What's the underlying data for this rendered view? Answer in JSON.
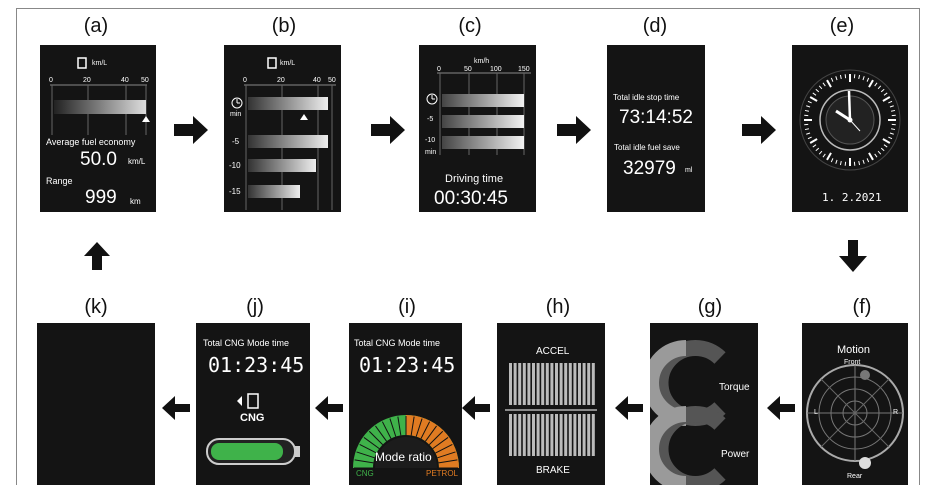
{
  "panels": {
    "a": {
      "label": "(a)",
      "unit": "km/L",
      "ticks": [
        "0",
        "20",
        "40",
        "50"
      ],
      "avg_label": "Average fuel economy",
      "avg_value": "50.0",
      "avg_unit": "km/L",
      "range_label": "Range",
      "range_value": "999",
      "range_unit": "km"
    },
    "b": {
      "label": "(b)",
      "unit": "km/L",
      "ticks": [
        "0",
        "20",
        "40",
        "50"
      ],
      "rows": [
        "min",
        "-5",
        "-10",
        "-15"
      ]
    },
    "c": {
      "label": "(c)",
      "unit": "km/h",
      "ticks": [
        "0",
        "50",
        "100",
        "150"
      ],
      "rows": [
        "-5",
        "-10",
        "min"
      ],
      "drive_label": "Driving time",
      "drive_value": "00:30:45"
    },
    "d": {
      "label": "(d)",
      "idle_label": "Total idle stop time",
      "idle_value": "73:14:52",
      "fuel_label": "Total idle fuel save",
      "fuel_value": "32979",
      "fuel_unit": "ml"
    },
    "e": {
      "label": "(e)",
      "date": "1. 2.2021"
    },
    "f": {
      "label": "(f)",
      "title": "Motion",
      "front": "Front",
      "rear": "Rear",
      "left": "L",
      "right": "R"
    },
    "g": {
      "label": "(g)",
      "torque": "Torque",
      "power": "Power"
    },
    "h": {
      "label": "(h)",
      "accel": "ACCEL",
      "brake": "BRAKE"
    },
    "i": {
      "label": "(i)",
      "title": "Total CNG Mode time",
      "time": "01:23:45",
      "ratio": "Mode ratio",
      "cng": "CNG",
      "petrol": "PETROL"
    },
    "j": {
      "label": "(j)",
      "title": "Total CNG Mode time",
      "time": "01:23:45",
      "cng": "CNG"
    },
    "k": {
      "label": "(k)"
    }
  },
  "colors": {
    "screen": "#141414",
    "green": "#3fb24a",
    "orange": "#e07b22",
    "arrow": "#111111"
  }
}
